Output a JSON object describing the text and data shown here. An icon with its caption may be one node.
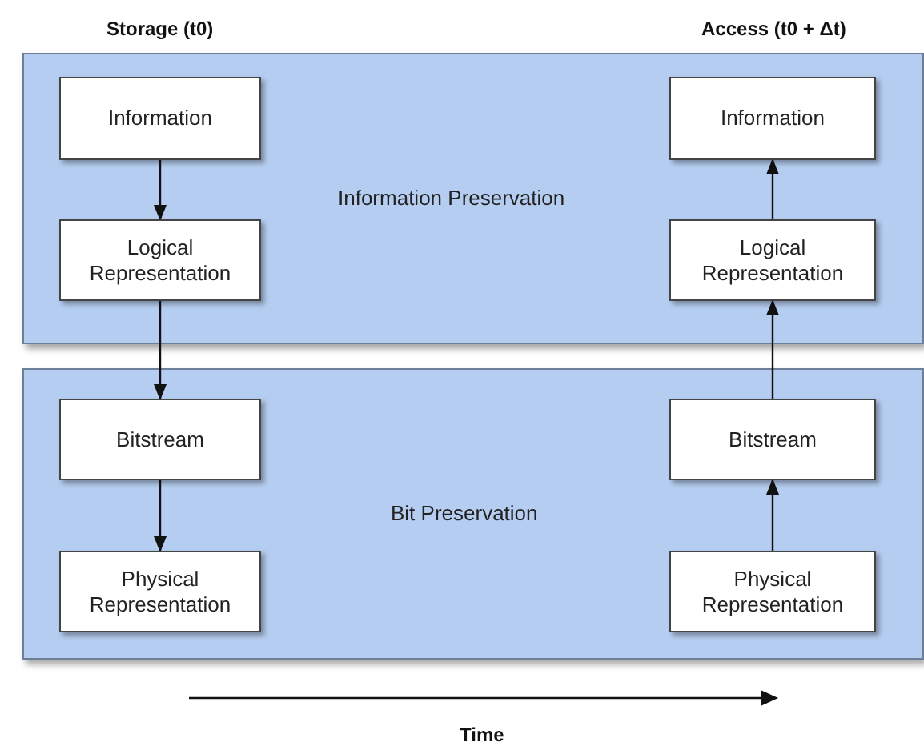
{
  "diagram": {
    "nodes": [
      {
        "text": [
          "Information Preservation"
        ]
      },
      {
        "text": [
          "Information"
        ],
        "in": 0
      },
      {
        "text": [
          "Information"
        ],
        "in": 0
      },
      {
        "text": [
          "Logical Representation"
        ],
        "in": 0
      },
      {
        "text": [
          "Logical Representation"
        ],
        "in": 0
      },
      {
        "text": [
          "Bit Preservation"
        ]
      },
      {
        "text": [
          "Bitstream"
        ],
        "in": 5
      },
      {
        "text": [
          "Bitstream"
        ],
        "in": 5
      },
      {
        "text": [
          "Physical Representation"
        ],
        "in": 5
      },
      {
        "text": [
          "Physical Representation"
        ],
        "in": 5
      }
    ],
    "edges": [
      {
        "from": 1,
        "to": 3,
        "arrow": "to"
      },
      {
        "from": 3,
        "to": 6,
        "arrow": "to"
      },
      {
        "from": 6,
        "to": 8,
        "arrow": "to"
      },
      {
        "from": 9,
        "to": 7,
        "arrow": "to"
      },
      {
        "from": 7,
        "to": 4,
        "arrow": "to"
      },
      {
        "from": 4,
        "to": 2,
        "arrow": "to"
      }
    ],
    "labels": [
      "Storage (t0)",
      "Access (t0 + Δt)",
      "Time"
    ]
  }
}
